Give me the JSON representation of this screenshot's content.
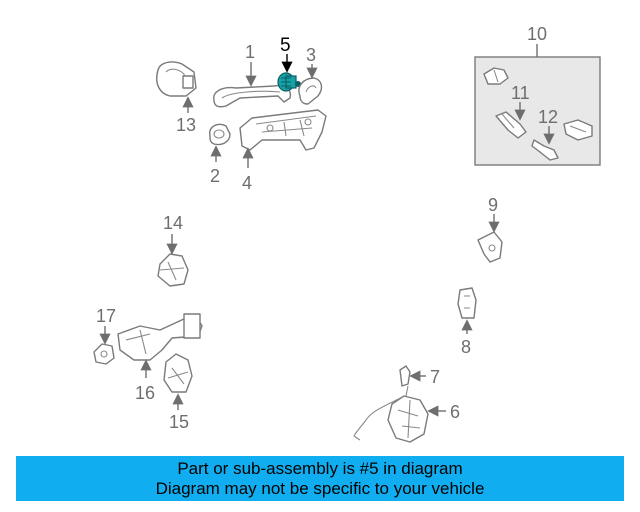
{
  "callouts": {
    "c1": "1",
    "c2": "2",
    "c3": "3",
    "c4": "4",
    "c5": "5",
    "c6": "6",
    "c7": "7",
    "c8": "8",
    "c9": "9",
    "c10": "10",
    "c11": "11",
    "c12": "12",
    "c13": "13",
    "c14": "14",
    "c15": "15",
    "c16": "16",
    "c17": "17"
  },
  "highlight_color": "#17a2a8",
  "banner": {
    "line1": "Part or sub-assembly is #5 in diagram",
    "line2": "Diagram may not be specific to your vehicle",
    "color": "#10aef0"
  }
}
